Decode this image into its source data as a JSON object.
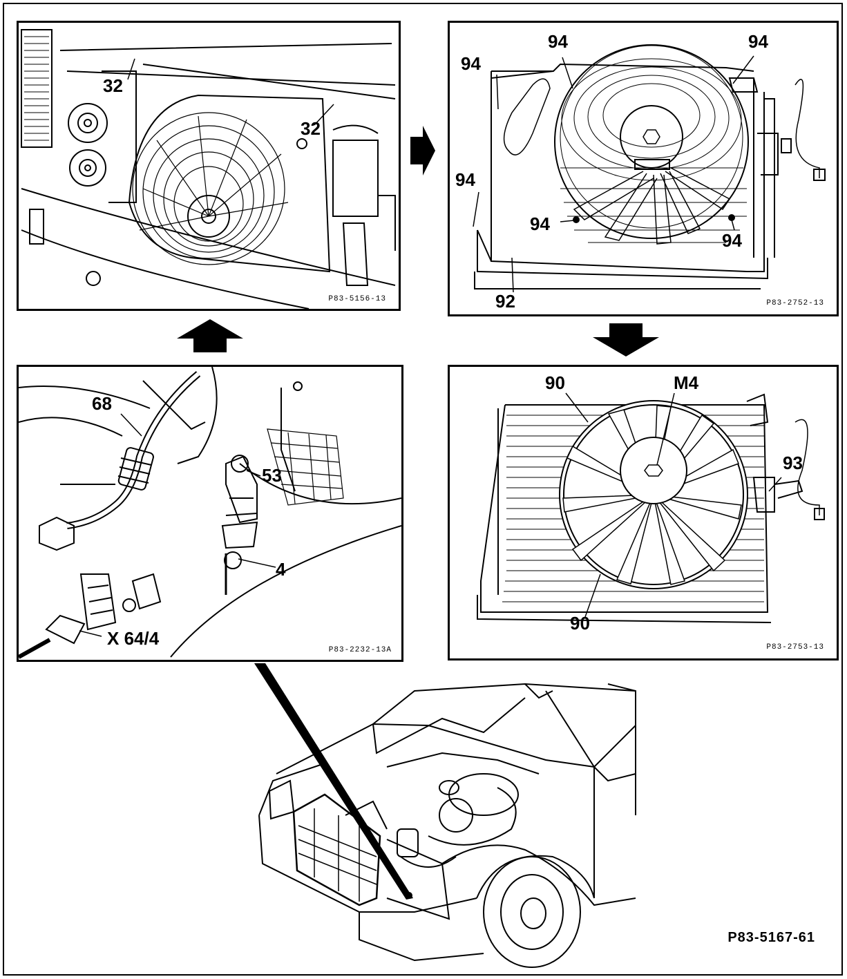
{
  "panel_tl": {
    "labels": [
      "32",
      "32"
    ],
    "code": "P83-5156-13"
  },
  "panel_tr": {
    "labels": [
      "94",
      "94",
      "94",
      "94",
      "94",
      "94",
      "92"
    ],
    "code": "P83-2752-13"
  },
  "panel_bl": {
    "labels": [
      "68",
      "53",
      "4",
      "X 64/4"
    ],
    "code": "P83-2232-13A"
  },
  "panel_br": {
    "labels": [
      "90",
      "M4",
      "93",
      "90"
    ],
    "code": "P83-2753-13"
  },
  "figure_code": "P83-5167-61"
}
